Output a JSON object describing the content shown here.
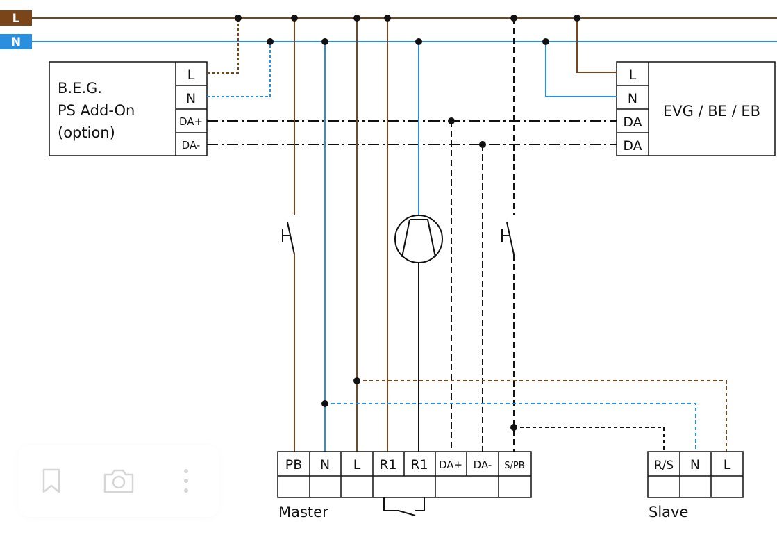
{
  "bus": {
    "l_label": "L",
    "n_label": "N"
  },
  "add_on": {
    "title_line1": "B.E.G.",
    "title_line2": "PS Add-On",
    "title_line3": "(option)",
    "terminals": [
      "L",
      "N",
      "DA+",
      "DA-"
    ]
  },
  "evg": {
    "title": "EVG / BE / EB",
    "terminals": [
      "L",
      "N",
      "DA",
      "DA"
    ]
  },
  "master": {
    "label": "Master",
    "terminals": [
      "PB",
      "N",
      "L",
      "R1",
      "R1",
      "DA+",
      "DA-",
      "S/PB"
    ]
  },
  "slave": {
    "label": "Slave",
    "terminals": [
      "R/S",
      "N",
      "L"
    ]
  },
  "colors": {
    "live": "#7a4519",
    "neutral": "#2b8fe0",
    "data": "#111111"
  },
  "toolbar": {
    "icons": [
      "bookmark-icon",
      "camera-icon",
      "more-vertical-icon"
    ]
  }
}
